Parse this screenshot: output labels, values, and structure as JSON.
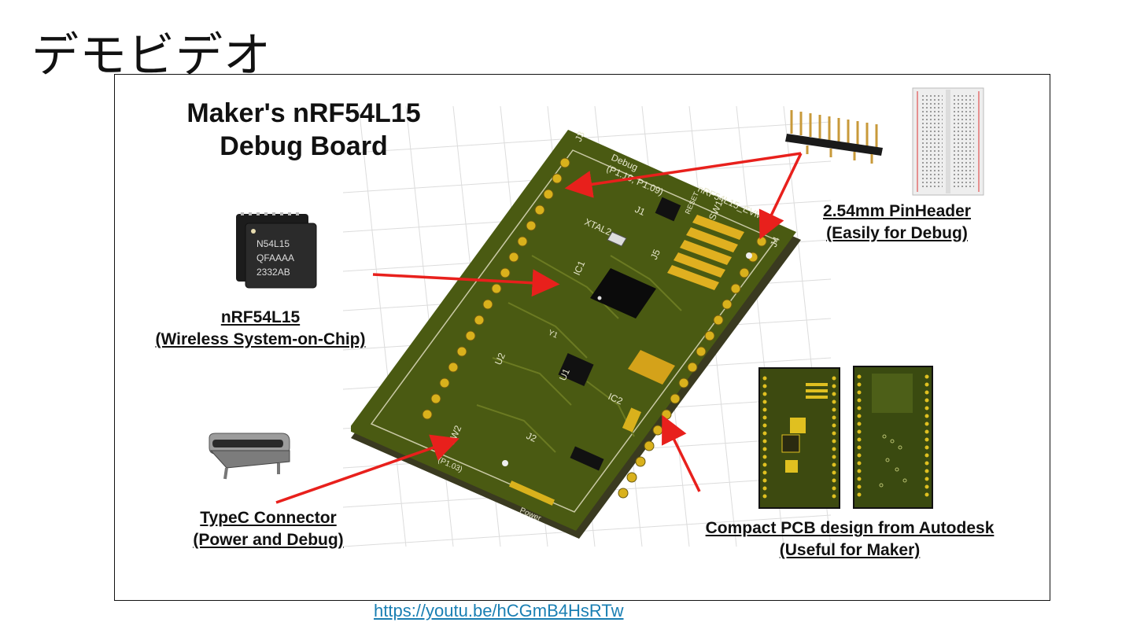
{
  "slide": {
    "title": "デモビデオ"
  },
  "board": {
    "title_line1": "Maker's nRF54L15",
    "title_line2": "Debug Board"
  },
  "captions": {
    "pinheader": {
      "line1": "2.54mm PinHeader",
      "line2": "(Easily for Debug)"
    },
    "chip": {
      "line1": "nRF54L15",
      "line2": "(Wireless System-on-Chip)"
    },
    "typec": {
      "line1": "TypeC Connector",
      "line2": "(Power and Debug)"
    },
    "pcb": {
      "line1": "Compact PCB design from Autodesk",
      "line2": "(Useful for Maker)"
    }
  },
  "chip_marking": {
    "line1": "N54L15",
    "line2": "QFAAAA",
    "line3": "2332AB"
  },
  "pcb_silkscreen": {
    "board_name": "nRF54L15_EVM",
    "debug_label": "Debug",
    "debug_pins": "(P1.10, P1.09)",
    "reset": "RESET",
    "sw1": "SW1",
    "sw2": "SW2",
    "sw2_pin": "(P1.03)",
    "xtal2": "XTAL2",
    "ic1": "IC1",
    "ic2": "IC2",
    "j1": "J1",
    "j2": "J2",
    "j3": "J3",
    "j4": "J4",
    "j5": "J5",
    "u1": "U1",
    "u2": "U2",
    "y1": "Y1",
    "power": "Power"
  },
  "link": {
    "url_text": "https://youtu.be/hCGmB4HsRTw"
  },
  "colors": {
    "pcb_green": "#4a5a12",
    "arrow_red": "#e8201c",
    "link_blue": "#1a7fb3",
    "gold": "#d4a21a"
  }
}
